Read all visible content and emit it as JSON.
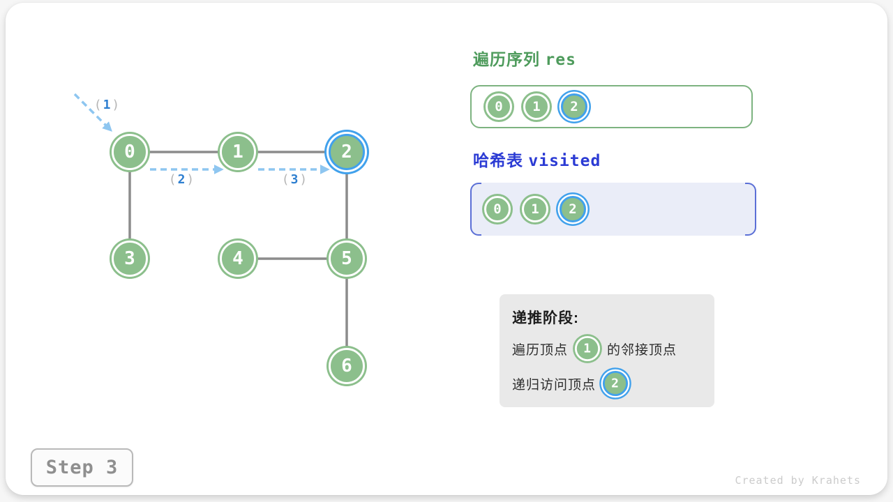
{
  "graph": {
    "nodes": [
      {
        "label": "0"
      },
      {
        "label": "1"
      },
      {
        "label": "2"
      },
      {
        "label": "3"
      },
      {
        "label": "4"
      },
      {
        "label": "5"
      },
      {
        "label": "6"
      }
    ],
    "edges": [
      "0-1",
      "1-2",
      "0-3",
      "2-5",
      "4-5",
      "5-6"
    ],
    "arrow_labels": [
      {
        "open": "(",
        "value": "1",
        "close": ")"
      },
      {
        "open": "(",
        "value": "2",
        "close": ")"
      },
      {
        "open": "(",
        "value": "3",
        "close": ")"
      }
    ]
  },
  "res_panel": {
    "title_cjk": "遍历序列",
    "title_code": "res",
    "items": [
      {
        "label": "0"
      },
      {
        "label": "1"
      },
      {
        "label": "2"
      }
    ]
  },
  "visited_panel": {
    "title_cjk": "哈希表",
    "title_code": "visited",
    "items": [
      {
        "label": "0"
      },
      {
        "label": "1"
      },
      {
        "label": "2"
      }
    ]
  },
  "status_box": {
    "header": "递推阶段:",
    "line1": {
      "prefix": "遍历顶点",
      "node": "1",
      "suffix": "的邻接顶点"
    },
    "line2": {
      "prefix": "递归访问顶点",
      "node": "2"
    }
  },
  "footer": {
    "step_label": "Step 3",
    "credit": "Created by Krahets"
  },
  "colors": {
    "node_green": "#8CBF8C",
    "highlight_blue": "#41A1EC",
    "arrow_blue": "#8EC6F0",
    "edge_gray": "#8C8C8C",
    "res_title_green": "#4E9B5C",
    "visited_title_blue": "#2B3BD4",
    "visited_fill": "#EAEDF8",
    "visited_bracket": "#5B6FD6",
    "status_bg": "#E9E9E9"
  }
}
